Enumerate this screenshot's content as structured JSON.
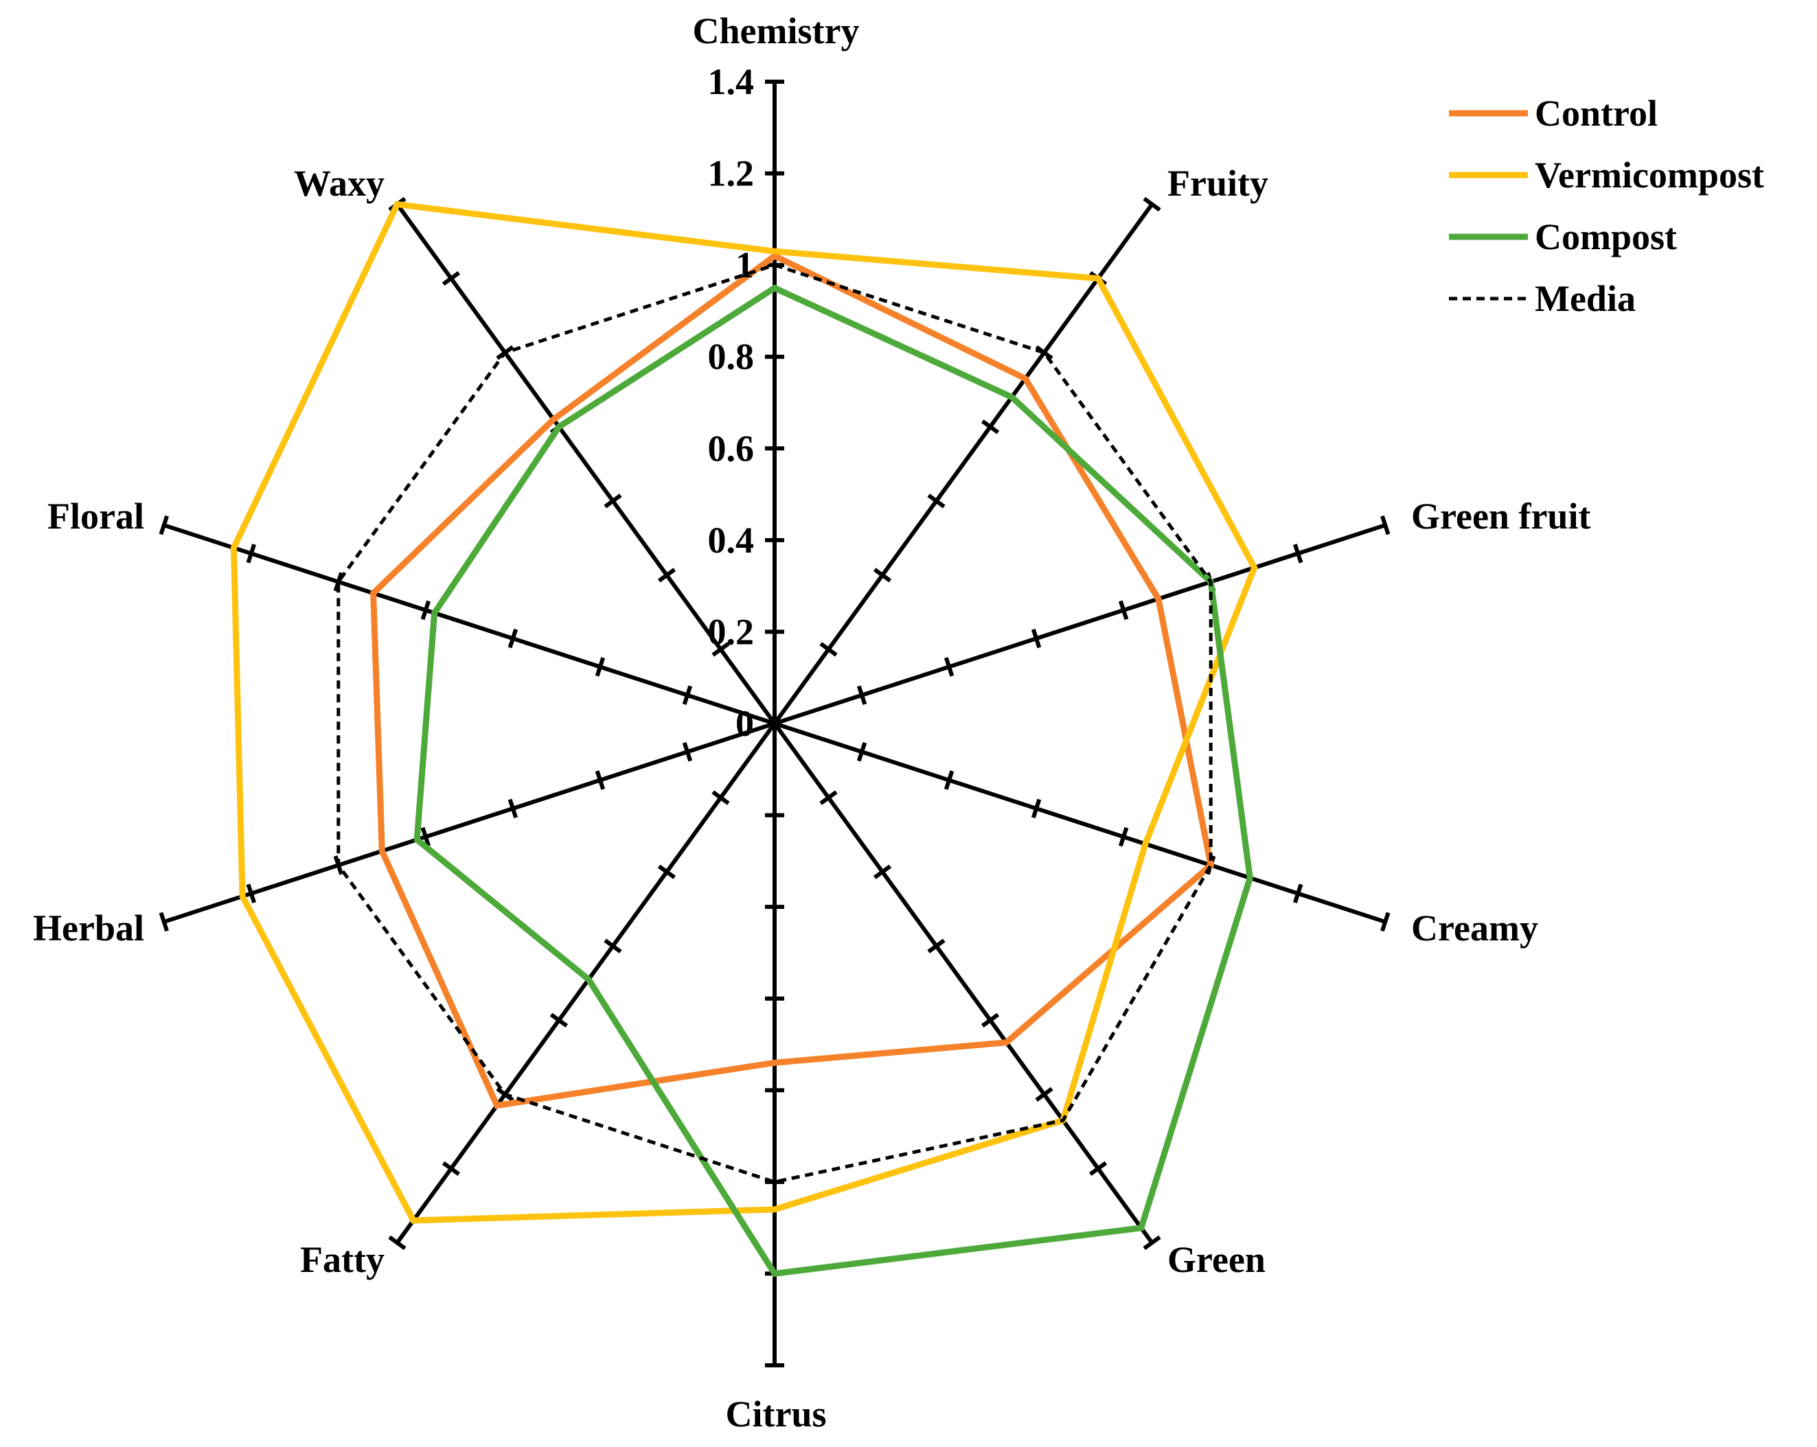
{
  "chart_data": {
    "type": "radar",
    "categories": [
      "Chemistry",
      "Fruity",
      "Green fruit",
      "Creamy",
      "Green",
      "Citrus",
      "Fatty",
      "Herbal",
      "Floral",
      "Waxy"
    ],
    "rlim": [
      0,
      1.4
    ],
    "ticks": [
      0,
      0.2,
      0.4,
      0.6,
      0.8,
      1,
      1.2,
      1.4
    ],
    "tick_labels": [
      "0",
      "0.2",
      "0.4",
      "0.6",
      "0.8",
      "1",
      "1.2",
      "1.4"
    ],
    "legend_position": "top-right",
    "series": [
      {
        "name": "Control",
        "color": "#F5822A",
        "dash": "solid",
        "values": [
          1.02,
          0.93,
          0.88,
          1.0,
          0.86,
          0.74,
          1.03,
          0.9,
          0.92,
          0.82
        ]
      },
      {
        "name": "Vermicompost",
        "color": "#FFC20E",
        "dash": "solid",
        "values": [
          1.03,
          1.2,
          1.1,
          0.85,
          1.07,
          1.06,
          1.34,
          1.22,
          1.24,
          1.4
        ]
      },
      {
        "name": "Compost",
        "color": "#4DAA3A",
        "dash": "solid",
        "values": [
          0.95,
          0.88,
          1.0,
          1.09,
          1.36,
          1.2,
          0.69,
          0.82,
          0.78,
          0.8
        ]
      },
      {
        "name": "Media",
        "color": "#000000",
        "dash": "dashed",
        "values": [
          1.0,
          1.0,
          1.0,
          1.0,
          1.07,
          1.0,
          1.0,
          1.0,
          1.0,
          1.0
        ]
      }
    ]
  }
}
